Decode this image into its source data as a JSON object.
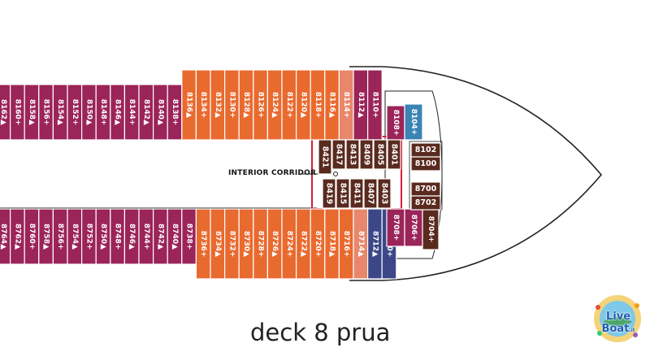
{
  "corridor_label": "INTERIOR CORRIDOR",
  "deck_title": "deck 8 prua",
  "logo": {
    "text": "Live",
    "text2": "Boat",
    "suffix": ".it"
  },
  "colors": {
    "maroon": "#9b2459",
    "orange": "#e96a2f",
    "salmon": "#e8876b",
    "navy": "#3b4787",
    "teal": "#3a84b5",
    "brown": "#5a2a1f",
    "red": "#d41e36",
    "hull": "#222222"
  },
  "top_row": [
    {
      "label": "8162▲",
      "color": "maroon"
    },
    {
      "label": "8160+",
      "color": "maroon"
    },
    {
      "label": "8158▲",
      "color": "maroon"
    },
    {
      "label": "8156+",
      "color": "maroon"
    },
    {
      "label": "8154▲",
      "color": "maroon"
    },
    {
      "label": "8152+",
      "color": "maroon"
    },
    {
      "label": "8150▲",
      "color": "maroon"
    },
    {
      "label": "8148+",
      "color": "maroon"
    },
    {
      "label": "8146▲",
      "color": "maroon"
    },
    {
      "label": "8144+",
      "color": "maroon"
    },
    {
      "label": "8142▲",
      "color": "maroon"
    },
    {
      "label": "8140▲",
      "color": "maroon"
    },
    {
      "label": "8138+",
      "color": "maroon"
    },
    {
      "label": "8136▲",
      "color": "orange"
    },
    {
      "label": "8134+",
      "color": "orange"
    },
    {
      "label": "8132▲",
      "color": "orange"
    },
    {
      "label": "8130+",
      "color": "orange"
    },
    {
      "label": "8128▲",
      "color": "orange"
    },
    {
      "label": "8126+",
      "color": "orange"
    },
    {
      "label": "8124▲",
      "color": "orange"
    },
    {
      "label": "8122+",
      "color": "orange"
    },
    {
      "label": "8120▲",
      "color": "orange"
    },
    {
      "label": "8118+",
      "color": "orange"
    },
    {
      "label": "8116▲",
      "color": "orange"
    },
    {
      "label": "8114+",
      "color": "salmon"
    },
    {
      "label": "8112▲",
      "color": "maroon"
    },
    {
      "label": "8110+",
      "color": "maroon"
    }
  ],
  "bottom_row": [
    {
      "label": "8764▲",
      "color": "maroon"
    },
    {
      "label": "8762▲",
      "color": "maroon"
    },
    {
      "label": "8760+",
      "color": "maroon"
    },
    {
      "label": "8758▲",
      "color": "maroon"
    },
    {
      "label": "8756+",
      "color": "maroon"
    },
    {
      "label": "8754▲",
      "color": "maroon"
    },
    {
      "label": "8752+",
      "color": "maroon"
    },
    {
      "label": "8750▲",
      "color": "maroon"
    },
    {
      "label": "8748+",
      "color": "maroon"
    },
    {
      "label": "8746▲",
      "color": "maroon"
    },
    {
      "label": "8744+",
      "color": "maroon"
    },
    {
      "label": "8742▲",
      "color": "maroon"
    },
    {
      "label": "8740▲",
      "color": "maroon"
    },
    {
      "label": "8738+",
      "color": "maroon"
    },
    {
      "label": "8736+",
      "color": "orange"
    },
    {
      "label": "8734▲",
      "color": "orange"
    },
    {
      "label": "8732+",
      "color": "orange"
    },
    {
      "label": "8730▲",
      "color": "orange"
    },
    {
      "label": "8728+",
      "color": "orange"
    },
    {
      "label": "8726▲",
      "color": "orange"
    },
    {
      "label": "8724+",
      "color": "orange"
    },
    {
      "label": "8722▲",
      "color": "orange"
    },
    {
      "label": "8720+",
      "color": "orange"
    },
    {
      "label": "8718▲",
      "color": "orange"
    },
    {
      "label": "8716+",
      "color": "orange"
    },
    {
      "label": "8714▲",
      "color": "salmon"
    },
    {
      "label": "8712▲",
      "color": "navy"
    },
    {
      "label": "8710+",
      "color": "navy"
    }
  ],
  "bow_cabins": [
    {
      "label": "8108+",
      "color": "maroon"
    },
    {
      "label": "8104+",
      "color": "teal"
    },
    {
      "label": "8708+",
      "color": "maroon"
    },
    {
      "label": "8706+",
      "color": "maroon"
    },
    {
      "label": "8704+",
      "color": "brown"
    }
  ],
  "inside_cabins": [
    {
      "label": "8421"
    },
    {
      "label": "8417"
    },
    {
      "label": "8413"
    },
    {
      "label": "8409"
    },
    {
      "label": "8405"
    },
    {
      "label": "8401"
    },
    {
      "label": "8419"
    },
    {
      "label": "8415"
    },
    {
      "label": "8411"
    },
    {
      "label": "8407"
    },
    {
      "label": "8403"
    }
  ],
  "suites": [
    {
      "label": "8102"
    },
    {
      "label": "8100"
    },
    {
      "label": "8700"
    },
    {
      "label": "8702"
    }
  ]
}
